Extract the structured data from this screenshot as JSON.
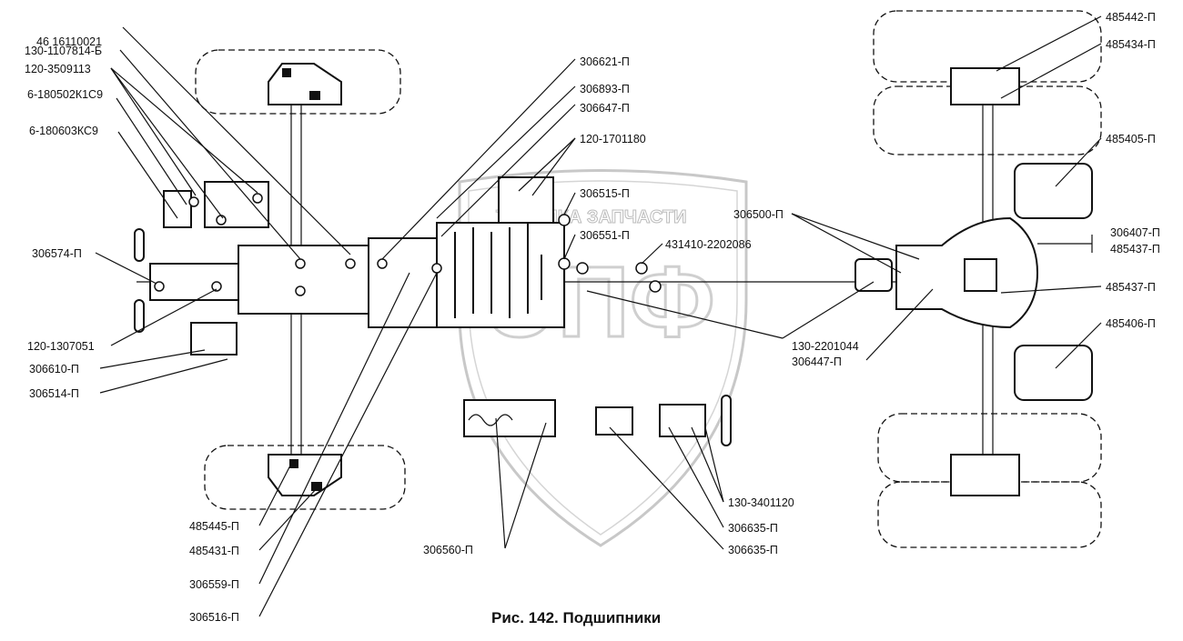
{
  "caption": "Рис. 142. Подшипники",
  "watermark": {
    "text": "ТЕХНИКА ЗАПЧАСТИ",
    "logo": "ЭПФ",
    "color": "#bbbbbb"
  },
  "labels": {
    "left": [
      "46 16110021",
      "130-1107814-Б",
      "120-3509113",
      "6-180502К1С9",
      "6-180603КС9",
      "306574-П",
      "120-1307051",
      "306610-П",
      "306514-П"
    ],
    "bottom_left": [
      "485445-П",
      "485431-П",
      "306559-П",
      "306516-П"
    ],
    "middle": [
      "306621-П",
      "306893-П",
      "306647-П",
      "120-1701180",
      "306515-П",
      "306551-П",
      "431410-2202086",
      "306500-П",
      "130-2201044",
      "306447-П"
    ],
    "bottom_middle": [
      "306560-П",
      "130-3401120",
      "306635-П",
      "306635-П"
    ],
    "right": [
      "485442-П",
      "485434-П",
      "485405-П",
      "306407-П",
      "485437-П",
      "485437-П",
      "485406-П"
    ]
  }
}
